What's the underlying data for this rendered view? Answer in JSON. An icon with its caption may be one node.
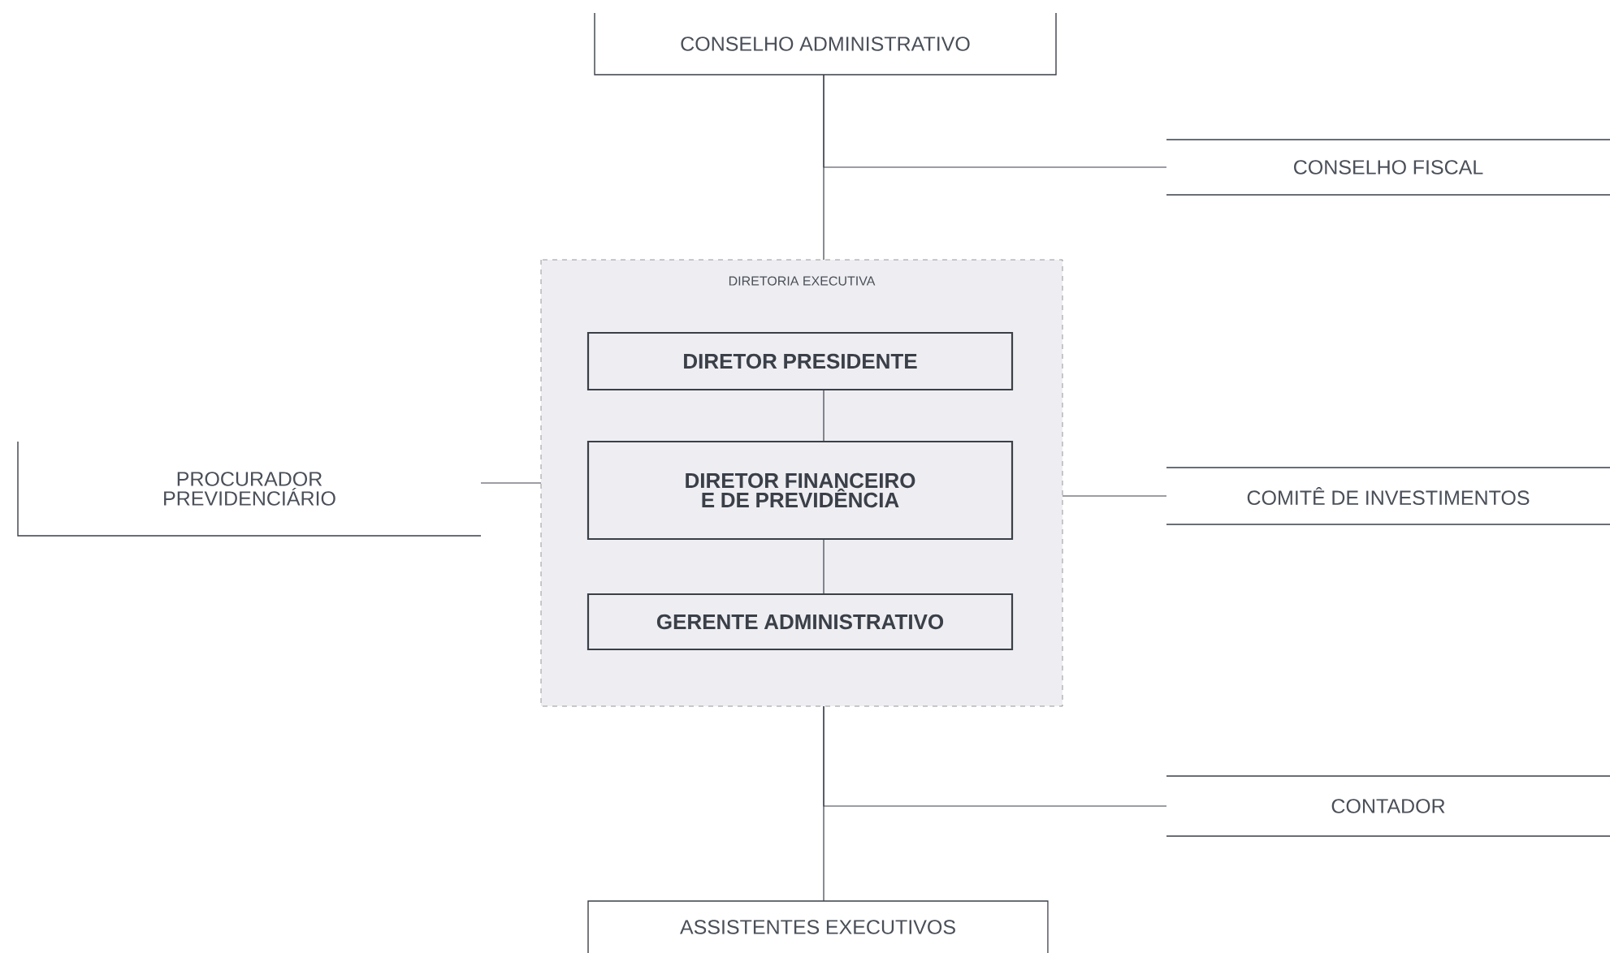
{
  "diagram": {
    "nodes": [
      {
        "text": [
          "CONSELHO ADMINISTRATIVO"
        ]
      },
      {
        "text": [
          "CONSELHO FISCAL"
        ]
      },
      {
        "text": [
          "DIRETORIA EXECUTIVA"
        ]
      },
      {
        "text": [
          "DIRETOR PRESIDENTE"
        ],
        "in": 2
      },
      {
        "text": [
          "DIRETOR FINANCEIRO E DE PREVIDÊNCIA"
        ],
        "in": 2
      },
      {
        "text": [
          "GERENTE ADMINISTRATIVO"
        ],
        "in": 2
      },
      {
        "text": [
          "PROCURADOR PREVIDENCIÁRIO"
        ]
      },
      {
        "text": [
          "COMITÊ DE INVESTIMENTOS"
        ]
      },
      {
        "text": [
          "CONTADOR"
        ]
      },
      {
        "text": [
          "ASSISTENTES EXECUTIVOS"
        ]
      }
    ],
    "edges": [
      {
        "from": 0,
        "to": 1,
        "arrow": "none"
      },
      {
        "from": 0,
        "to": 2,
        "arrow": "none"
      },
      {
        "from": 3,
        "to": 4,
        "arrow": "none"
      },
      {
        "from": 4,
        "to": 5,
        "arrow": "none"
      },
      {
        "from": 6,
        "to": 2,
        "arrow": "none"
      },
      {
        "from": 2,
        "to": 7,
        "arrow": "none"
      },
      {
        "from": 2,
        "to": 8,
        "arrow": "none"
      },
      {
        "from": 2,
        "to": 9,
        "arrow": "none"
      }
    ]
  }
}
